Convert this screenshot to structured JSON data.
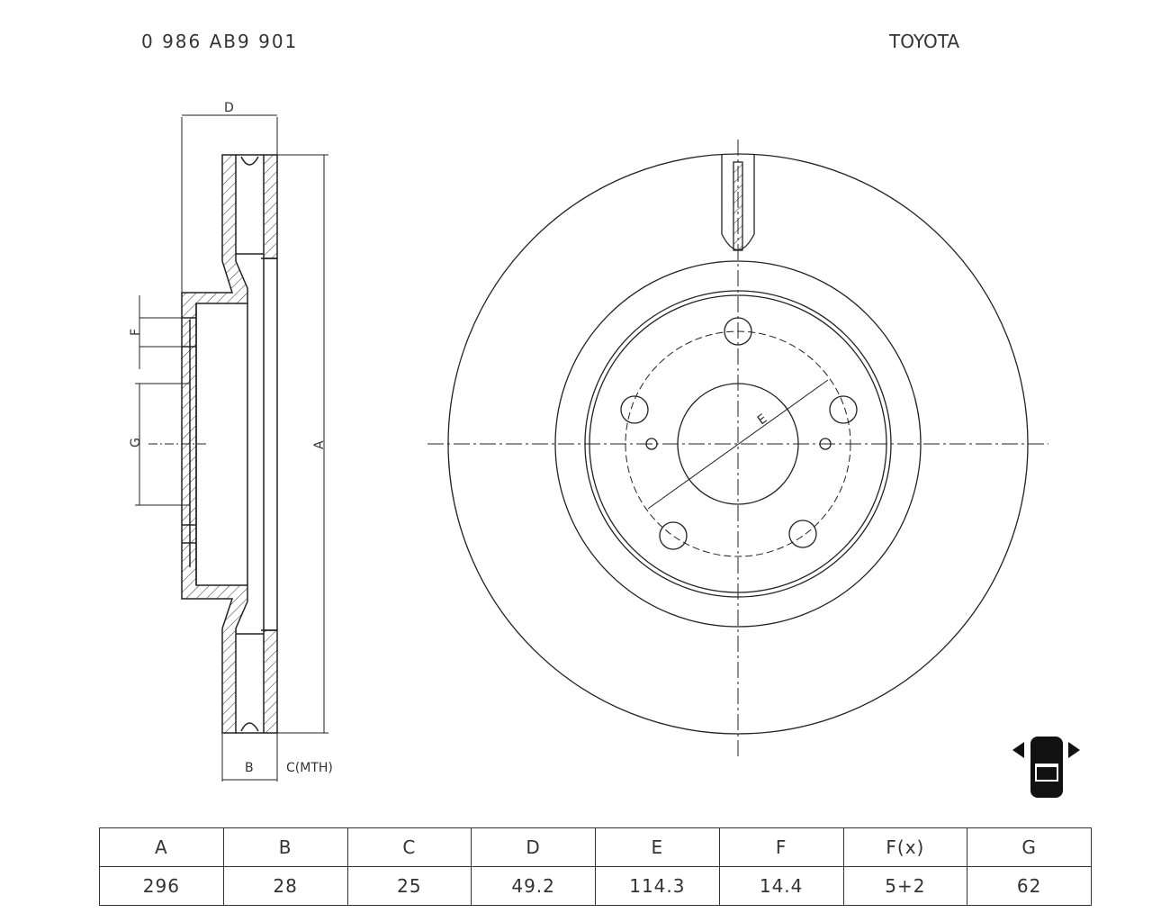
{
  "header": {
    "part_number": "0 986 AB9 901",
    "brand": "TOYOTA"
  },
  "drawing": {
    "dimension_labels": {
      "A": "A",
      "B": "B",
      "C": "C(MTH)",
      "D": "D",
      "E": "E",
      "F": "F",
      "G": "G"
    },
    "axle_icon": "car-front-axle-icon"
  },
  "table": {
    "headers": [
      "A",
      "B",
      "C",
      "D",
      "E",
      "F",
      "F(x)",
      "G"
    ],
    "values": [
      "296",
      "28",
      "25",
      "49.2",
      "114.3",
      "14.4",
      "5+2",
      "62"
    ]
  }
}
